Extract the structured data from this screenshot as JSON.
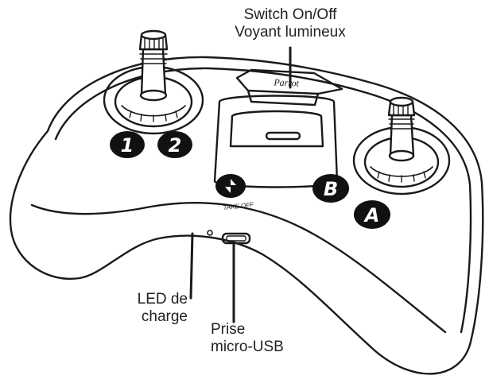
{
  "labels": {
    "switch_line1": "Switch On/Off",
    "switch_line2": "Voyant lumineux",
    "led_line1": "LED de",
    "led_line2": "charge",
    "usb_line1": "Prise",
    "usb_line2": "micro-USB",
    "takeoff": "TAKE OFF",
    "brand": "Parrot"
  },
  "buttons": {
    "one": "1",
    "two": "2",
    "a": "A",
    "b": "B"
  },
  "colors": {
    "ink": "#1a1a1a",
    "button_fill": "#111111",
    "button_text": "#ffffff"
  }
}
